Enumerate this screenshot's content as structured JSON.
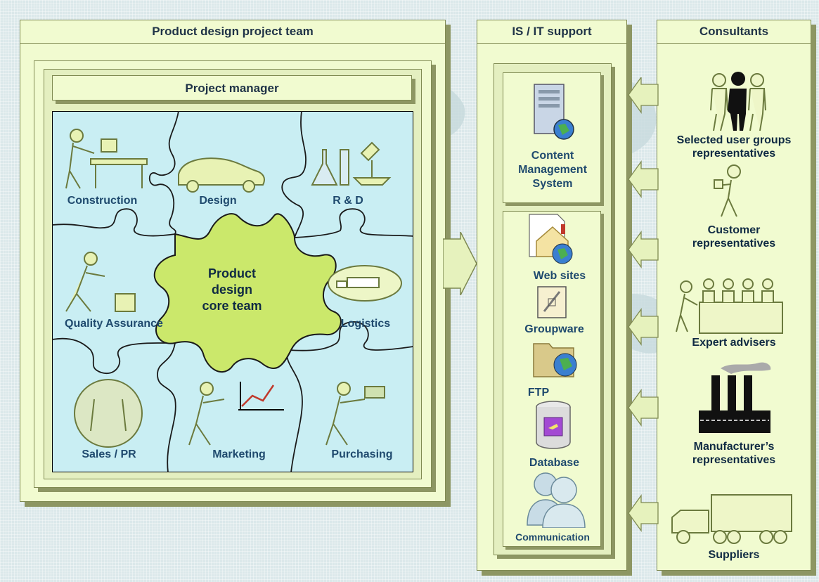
{
  "project_team": {
    "title": "Product design project team",
    "manager": "Project manager",
    "core_team": [
      "Product",
      "design",
      "core team"
    ],
    "roles": {
      "construction": "Construction",
      "design": "Design",
      "rnd": "R & D",
      "quality": "Quality Assurance",
      "logistics": "Logistics",
      "sales": "Sales / PR",
      "marketing": "Marketing",
      "purchasing": "Purchasing"
    }
  },
  "it_support": {
    "title": "IS / IT support",
    "cms": [
      "Content",
      "Management",
      "System"
    ],
    "tools": {
      "websites": "Web sites",
      "groupware": "Groupware",
      "ftp": "FTP",
      "database": "Database",
      "communication": "Communication"
    }
  },
  "consultants": {
    "title": "Consultants",
    "items": {
      "user_groups": [
        "Selected user groups",
        "representatives"
      ],
      "customers": [
        "Customer",
        "representatives"
      ],
      "experts": "Expert advisers",
      "manufacturers": [
        "Manufacturer’s",
        "representatives"
      ],
      "suppliers": "Suppliers"
    }
  },
  "colors": {
    "panel": "#f1fbd0",
    "puzzle": "#c9eef3",
    "core": "#cbe86b",
    "border": "#7f8a52",
    "label": "#1f4a6e"
  }
}
